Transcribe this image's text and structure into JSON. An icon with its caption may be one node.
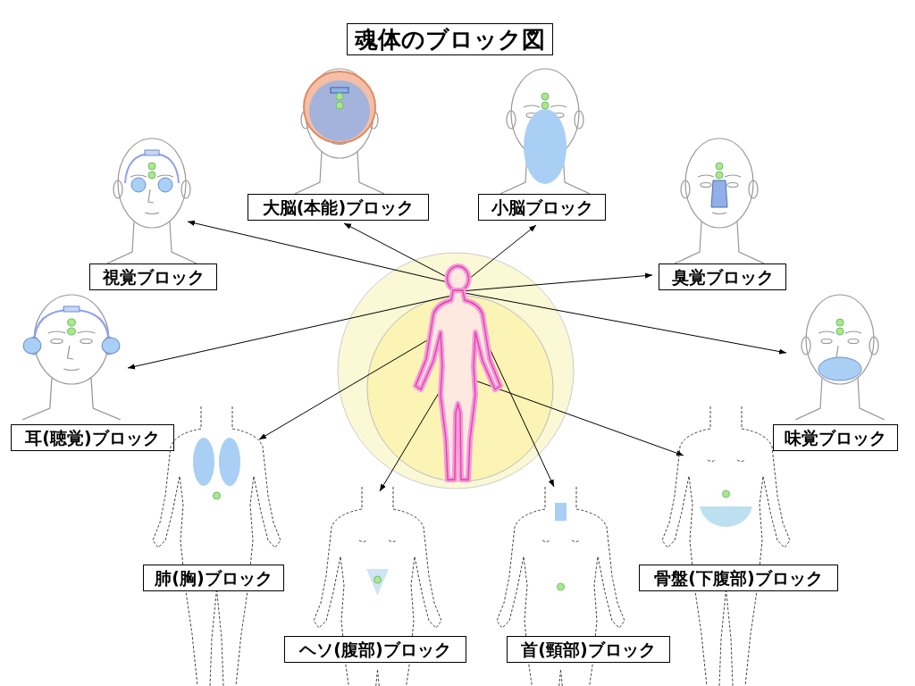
{
  "diagram": {
    "title": "魂体のブロック図",
    "nodes": [
      {
        "text": [],
        "shape": "picture"
      },
      {
        "text": [
          "大脳(本能)ブロック"
        ]
      },
      {
        "text": [
          "小脳ブロック"
        ]
      },
      {
        "text": [
          "視覚ブロック"
        ]
      },
      {
        "text": [
          "臭覚ブロック"
        ]
      },
      {
        "text": [
          "耳(聴覚)ブロック"
        ]
      },
      {
        "text": [
          "味覚ブロック"
        ]
      },
      {
        "text": [
          "肺(胸)ブロック"
        ]
      },
      {
        "text": [
          "ヘソ(腹部)ブロック"
        ]
      },
      {
        "text": [
          "首(頸部)ブロック"
        ]
      },
      {
        "text": [
          "骨盤(下腹部)ブロック"
        ]
      }
    ],
    "edges": [
      {
        "from": 0,
        "to": 1,
        "arrow": "to"
      },
      {
        "from": 0,
        "to": 2,
        "arrow": "to"
      },
      {
        "from": 0,
        "to": 3,
        "arrow": "to"
      },
      {
        "from": 0,
        "to": 4,
        "arrow": "to"
      },
      {
        "from": 0,
        "to": 5,
        "arrow": "to"
      },
      {
        "from": 0,
        "to": 6,
        "arrow": "to"
      },
      {
        "from": 0,
        "to": 7,
        "arrow": "to"
      },
      {
        "from": 0,
        "to": 8,
        "arrow": "to"
      },
      {
        "from": 0,
        "to": 9,
        "arrow": "to"
      },
      {
        "from": 0,
        "to": 10,
        "arrow": "to"
      }
    ]
  }
}
